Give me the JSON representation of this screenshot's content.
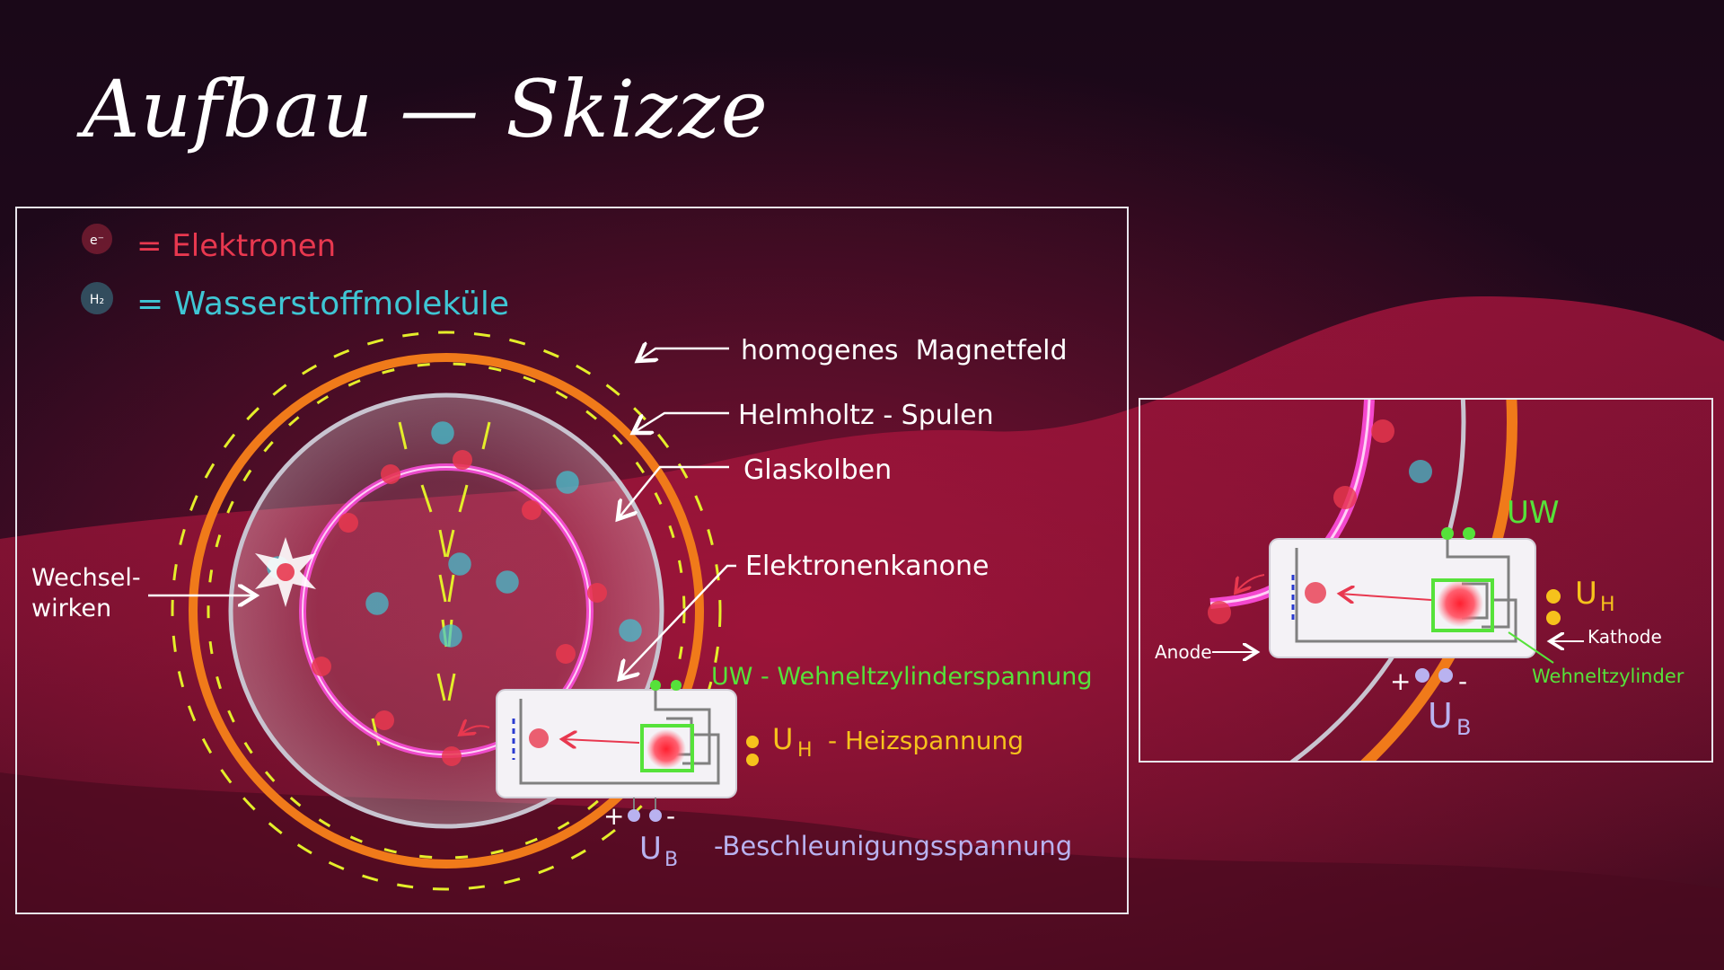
{
  "title": "Aufbau — Skizze",
  "legend": {
    "electron_symbol": "e⁻",
    "electron_label": "= Elektronen",
    "hydrogen_symbol": "H₂",
    "hydrogen_label": "= Wasserstoffmoleküle"
  },
  "labels": {
    "magnetic_field": "homogenes  Magnetfeld",
    "helmholtz": "Helmholtz - Spulen",
    "glass_bulb": "Glaskolben",
    "electron_gun": "Elektronenkanone",
    "interaction_line1": "Wechsel-",
    "interaction_line2": "wirken",
    "uw": "UW - Wehneltzylinderspannung",
    "uh": "Uₕ - Heizspannung",
    "uh_main": "U",
    "uh_sub": "H",
    "uh_desc": "- Heizspannung",
    "ub_main": "U",
    "ub_sub": "B",
    "ub_desc": "-Beschleunigungsspannung",
    "plus": "+",
    "minus": "-"
  },
  "zoom_labels": {
    "uw": "UW",
    "uh_main": "U",
    "uh_sub": "H",
    "cathode": "Kathode",
    "anode": "Anode",
    "wehnelt": "Wehneltzylinder",
    "ub_main": "U",
    "ub_sub": "B",
    "plus": "+",
    "minus": "-"
  },
  "colors": {
    "electron": "#e8384f",
    "hydrogen": "#3fc6d4",
    "coil": "#f07a1a",
    "field": "#e4ee2a",
    "beam": "#ff4fe0",
    "uw": "#56e23a",
    "uh": "#f6c21c",
    "ub": "#b9b2f0",
    "label": "#ffffff"
  }
}
